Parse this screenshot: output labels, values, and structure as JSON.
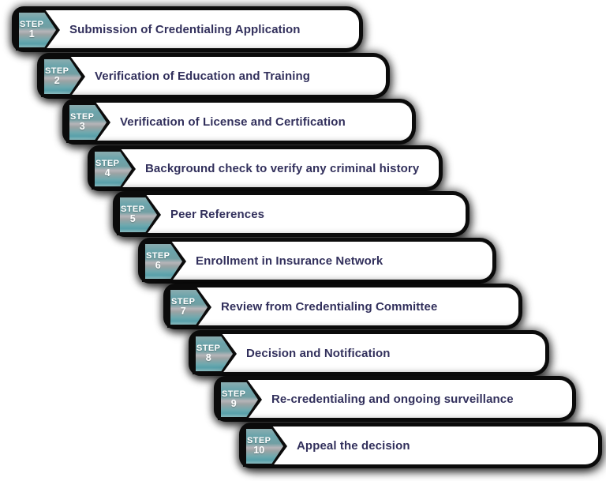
{
  "diagram": {
    "badge_word": "STEP",
    "steps": [
      {
        "number": "1",
        "title": "Submission of Credentialing Application"
      },
      {
        "number": "2",
        "title": "Verification of Education and Training"
      },
      {
        "number": "3",
        "title": "Verification of License and Certification"
      },
      {
        "number": "4",
        "title": "Background check to verify any criminal history"
      },
      {
        "number": "5",
        "title": "Peer References"
      },
      {
        "number": "6",
        "title": "Enrollment in Insurance Network"
      },
      {
        "number": "7",
        "title": "Review from Credentialing Committee"
      },
      {
        "number": "8",
        "title": "Decision and Notification"
      },
      {
        "number": "9",
        "title": "Re-credentialing and ongoing surveillance"
      },
      {
        "number": "10",
        "title": "Appeal the decision"
      }
    ],
    "colors": {
      "outline_black": "#0b0b0b",
      "bar_fill": "#ffffff",
      "title_text": "#32305c",
      "badge_text": "#ffffff",
      "badge_teal": "#63a3ab",
      "badge_gray": "#b4b3b7"
    }
  }
}
